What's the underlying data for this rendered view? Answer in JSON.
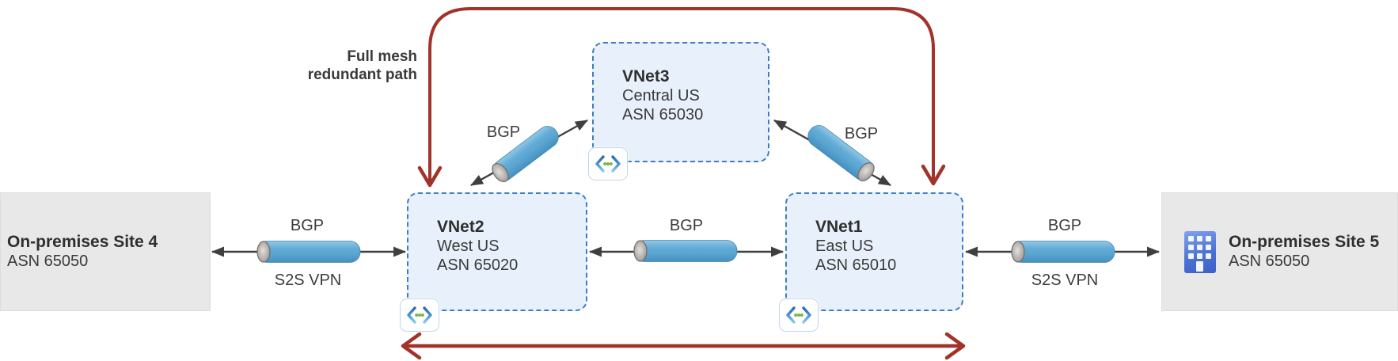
{
  "diagram": {
    "annotation": {
      "line1": "Full mesh",
      "line2": "redundant path"
    },
    "sites": {
      "site4": {
        "title": "On-premises Site 4",
        "asn": "ASN 65050"
      },
      "site5": {
        "title": "On-premises Site 5",
        "asn": "ASN 65050"
      }
    },
    "vnets": {
      "vnet2": {
        "name": "VNet2",
        "region": "West US",
        "asn": "ASN 65020"
      },
      "vnet3": {
        "name": "VNet3",
        "region": "Central US",
        "asn": "ASN 65030"
      },
      "vnet1": {
        "name": "VNet1",
        "region": "East US",
        "asn": "ASN 65010"
      }
    },
    "links": {
      "site4_vnet2": {
        "protocol": "BGP",
        "type": "S2S VPN"
      },
      "vnet2_vnet3": {
        "protocol": "BGP"
      },
      "vnet3_vnet1": {
        "protocol": "BGP"
      },
      "vnet2_vnet1": {
        "protocol": "BGP"
      },
      "vnet1_site5": {
        "protocol": "BGP",
        "type": "S2S VPN"
      }
    },
    "icons": {
      "vnet": "virtual-network-icon",
      "building": "building-icon"
    },
    "colors": {
      "redundant_path_red": "#A23329",
      "tunnel_blue": "#5FA8D3",
      "vnet_fill": "#E8F1FB",
      "vnet_border": "#3F7AC9",
      "site_fill": "#E8E8E8",
      "arrow_black": "#3F3F3F"
    }
  }
}
